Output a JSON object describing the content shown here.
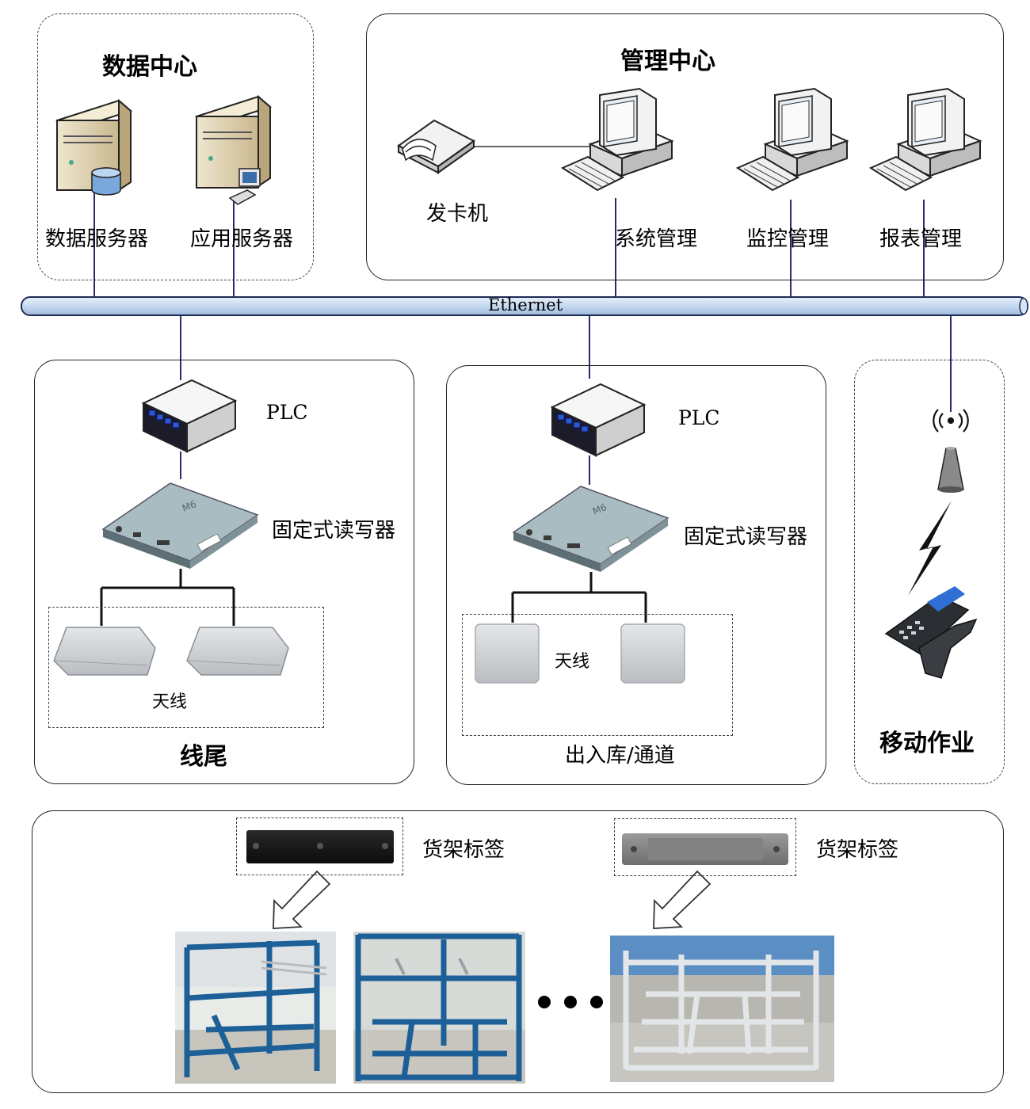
{
  "data_center": {
    "title": "数据中心",
    "db_server": "数据服务器",
    "app_server": "应用服务器"
  },
  "mgmt_center": {
    "title": "管理中心",
    "card_issuer": "发卡机",
    "system_mgmt": "系统管理",
    "monitor_mgmt": "监控管理",
    "report_mgmt": "报表管理"
  },
  "network": {
    "label": "Ethernet"
  },
  "line_tail": {
    "plc": "PLC",
    "reader": "固定式读写器",
    "antenna": "天线",
    "title": "线尾"
  },
  "warehouse": {
    "plc": "PLC",
    "reader": "固定式读写器",
    "antenna": "天线",
    "title": "出入库/通道"
  },
  "mobile": {
    "title": "移动作业"
  },
  "shelves": {
    "tag_1": "货架标签",
    "tag_2": "货架标签"
  },
  "colors": {
    "bus": "#c9dcf2",
    "link": "#2a2a6e",
    "rack_blue": "#1d5f97",
    "rack_grey": "#cfd2d4"
  }
}
